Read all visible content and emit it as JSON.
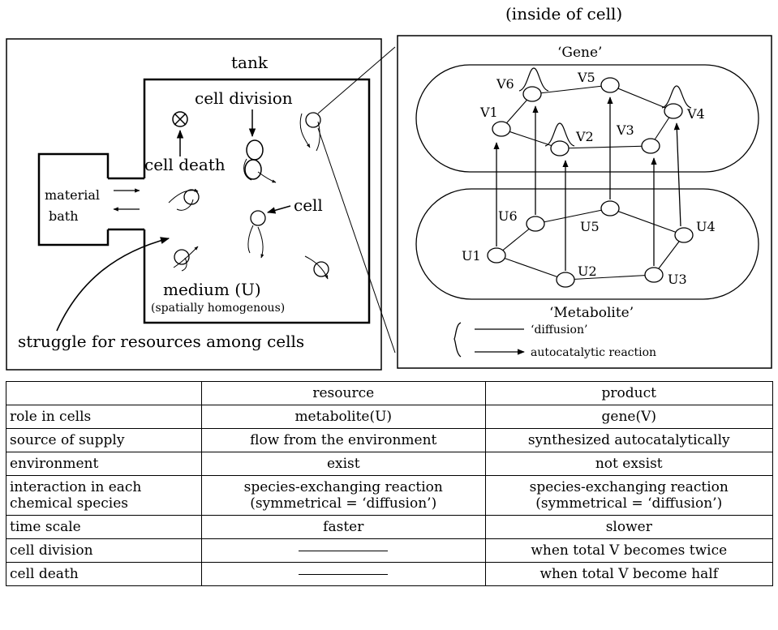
{
  "left_panel": {
    "tank_label": "tank",
    "cell_division": "cell division",
    "cell_death": "cell death",
    "cell": "cell",
    "material_bath_line1": "material",
    "material_bath_line2": "bath",
    "medium": "medium (U)",
    "medium_note": "(spatially homogenous)",
    "struggle": "struggle for resources among cells"
  },
  "right_panel": {
    "title": "(inside of cell)",
    "gene_label": "‘Gene’",
    "metabolite_label": "‘Metabolite’",
    "nodes_v": [
      "V1",
      "V2",
      "V3",
      "V4",
      "V5",
      "V6"
    ],
    "nodes_u": [
      "U1",
      "U2",
      "U3",
      "U4",
      "U5",
      "U6"
    ],
    "legend_diffusion": "‘diffusion’",
    "legend_autocatalytic": "autocatalytic reaction"
  },
  "table": {
    "header": [
      "",
      "resource",
      "product"
    ],
    "rows": [
      {
        "label": "role in cells",
        "resource": "metabolite(U)",
        "product": "gene(V)"
      },
      {
        "label": "source of supply",
        "resource": "flow from the environment",
        "product": "synthesized autocatalytically"
      },
      {
        "label": "environment",
        "resource": "exist",
        "product": "not exsist"
      },
      {
        "label": "interaction in each chemical species",
        "resource": "species-exchanging reaction (symmetrical = ‘diffusion’)",
        "product": "species-exchanging reaction (symmetrical = ‘diffusion’)"
      },
      {
        "label": "time scale",
        "resource": "faster",
        "product": "slower"
      },
      {
        "label": "cell division",
        "resource": "",
        "product": "when total V becomes twice"
      },
      {
        "label": "cell death",
        "resource": "",
        "product": "when total V become half"
      }
    ],
    "interaction_label_line1": "interaction in each",
    "interaction_label_line2": "chemical species",
    "interaction_value_line1": "species-exchanging reaction",
    "interaction_value_line2": "(symmetrical = ‘diffusion’)"
  }
}
